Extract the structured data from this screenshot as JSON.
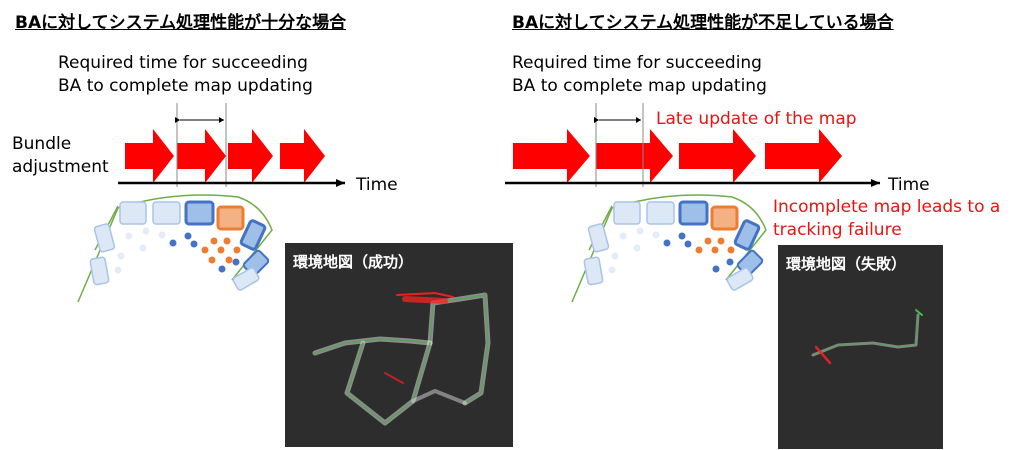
{
  "left": {
    "title": "BAに対してシステム処理性能が十分な場合",
    "required_time_line1": "Required time for succeeding",
    "required_time_line2": "BA to complete map updating",
    "bundle_line1": "Bundle",
    "bundle_line2": "adjustment",
    "time_label": "Time",
    "map_title": "環境地図（成功）"
  },
  "right": {
    "title": "BAに対してシステム処理性能が不足している場合",
    "required_time_line1": "Required time for succeeding",
    "required_time_line2": "BA to complete map updating",
    "late_update": "Late update of the map",
    "time_label": "Time",
    "incomplete_line1": "Incomplete map leads to a",
    "incomplete_line2": "tracking failure",
    "map_title": "環境地図（失敗）"
  },
  "colors": {
    "arrow_red": "#ff0000",
    "annotation_red": "#ee1111",
    "keyframe_light": "#bcd3ee",
    "keyframe_dark": "#4472c4",
    "keyframe_orange": "#ed7d31",
    "outline_green": "#70ad47",
    "panel_bg": "#2d2d2d"
  }
}
